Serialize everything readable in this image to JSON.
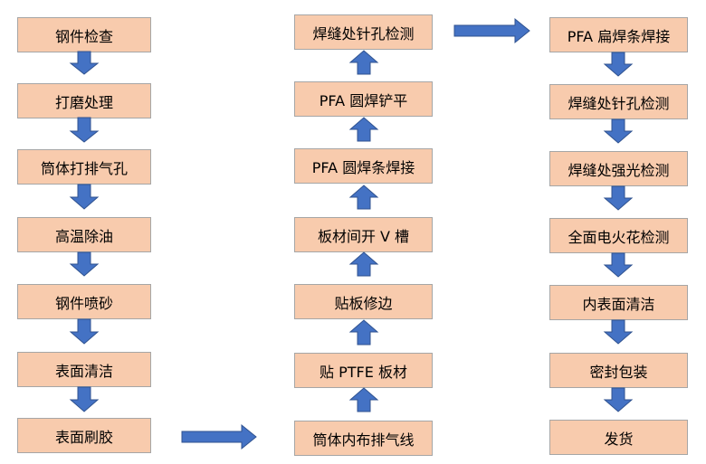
{
  "diagram": {
    "column1": [
      "钢件检查",
      "打磨处理",
      "筒体打排气孔",
      "高温除油",
      "钢件喷砂",
      "表面清洁",
      "表面刷胶"
    ],
    "column2": [
      "焊缝处针孔检测",
      "PFA 圆焊铲平",
      "PFA 圆焊条焊接",
      "板材间开 V 槽",
      "贴板修边",
      "贴 PTFE 板材",
      "筒体内布排气线"
    ],
    "column3": [
      "PFA 扁焊条焊接",
      "焊缝处针孔检测",
      "焊缝处强光检测",
      "全面电火花检测",
      "内表面清洁",
      "密封包装",
      "发货"
    ],
    "arrow_color": "#4472c4",
    "box_color": "#f8cbad"
  }
}
